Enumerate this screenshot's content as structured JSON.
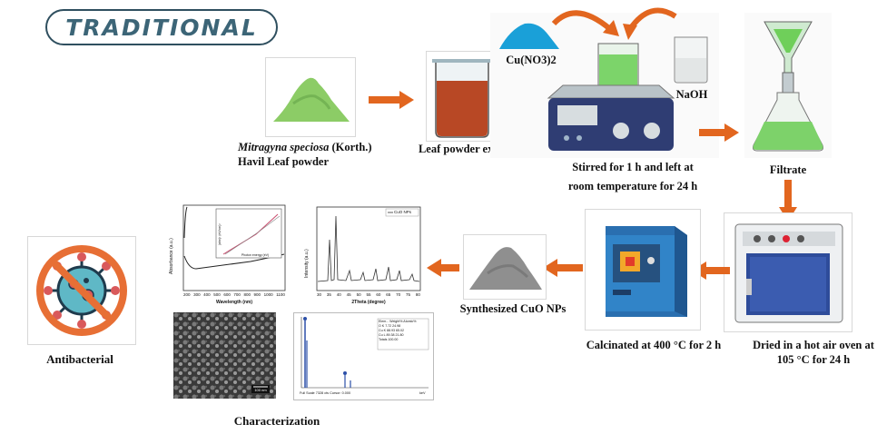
{
  "badge": {
    "text": "TRADITIONAL"
  },
  "steps": {
    "leaf_powder_species": "Mitragyna speciosa",
    "leaf_powder_author": " (Korth.)",
    "leaf_powder_line2": "Havil Leaf powder",
    "leaf_extract": "Leaf powder extract",
    "cu_salt": "Cu(NO3)2",
    "naoh": "NaOH",
    "stirred_line1": "Stirred for 1 h and left at",
    "stirred_line2": "room temperature for 24 h",
    "filtrate": "Filtrate",
    "dried_line1": "Dried in a hot air oven at",
    "dried_line2": "105 °C for 24 h",
    "calcinated": "Calcinated at 400 °C for 2 h",
    "synthesized": "Synthesized CuO NPs",
    "characterization": "Characterization",
    "antibacterial": "Antibacterial"
  },
  "uv_plot": {
    "ylabel": "Absorbance (a.u.)",
    "xlabel": "Wavelength (nm)",
    "xticks": [
      "200",
      "300",
      "400",
      "500",
      "600",
      "700",
      "800",
      "900",
      "1000",
      "1100"
    ],
    "inset_xlabel": "Photon energy (eV)",
    "inset_ylabel": "(αhν)² (eV/cm)²"
  },
  "xrd_plot": {
    "ylabel": "Intensity (a.u.)",
    "xlabel": "2Theta (degree)",
    "legend": "CuO NPs",
    "xticks": [
      "30",
      "35",
      "40",
      "45",
      "50",
      "55",
      "60",
      "65",
      "70",
      "75",
      "80"
    ]
  },
  "sem": {
    "scale_bar": "100 nm"
  },
  "edx": {
    "table_header": "Elem... Weight% Atomic%",
    "rows": [
      "O K    7.72    24.98",
      "Cu K  88.93   65.02",
      "Cu L  89.38   21.80",
      "Totals  100.00"
    ],
    "footer": "Full Scale 7328 cts Cursor: 0.000",
    "unit": "keV"
  }
}
